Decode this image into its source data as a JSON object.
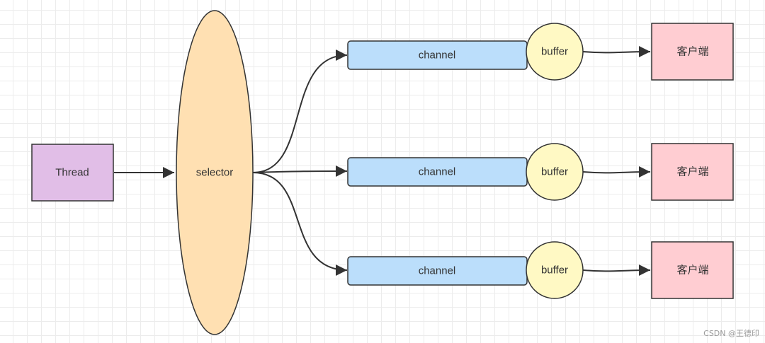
{
  "nodes": {
    "thread": {
      "label": "Thread",
      "color": "#e1bee7"
    },
    "selector": {
      "label": "selector",
      "color": "#ffe0b2"
    },
    "channels": [
      {
        "label": "channel",
        "color": "#bbdefb"
      },
      {
        "label": "channel",
        "color": "#bbdefb"
      },
      {
        "label": "channel",
        "color": "#bbdefb"
      }
    ],
    "buffers": [
      {
        "label": "buffer",
        "color": "#fff9c4"
      },
      {
        "label": "buffer",
        "color": "#fff9c4"
      },
      {
        "label": "buffer",
        "color": "#fff9c4"
      }
    ],
    "clients": [
      {
        "label": "客户端",
        "color": "#ffcdd2"
      },
      {
        "label": "客户端",
        "color": "#ffcdd2"
      },
      {
        "label": "客户端",
        "color": "#ffcdd2"
      }
    ]
  },
  "watermark": "CSDN @王德印"
}
